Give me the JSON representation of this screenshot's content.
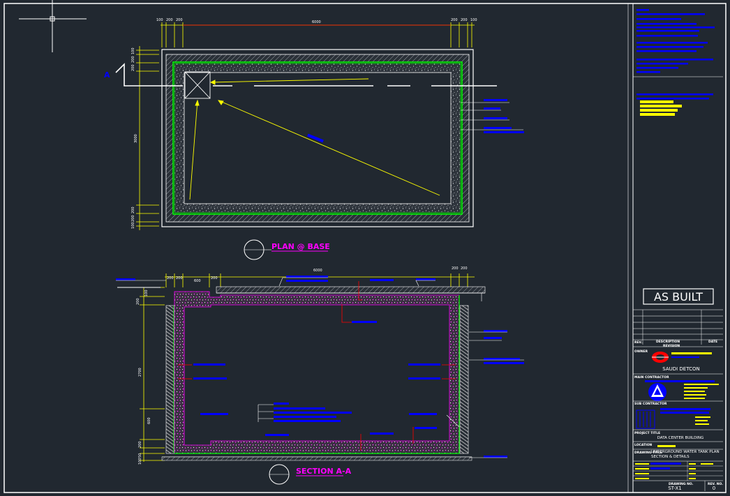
{
  "colors": {
    "background": "#212830",
    "dimension": "#ffff00",
    "wall": "#ffffff",
    "membrane": "#00ff00",
    "annotation": "#0000ff",
    "title": "#ff00ff",
    "rebar": "#ff0000",
    "hatch": "#ff00ff"
  },
  "plan": {
    "dim_top": {
      "left": [
        "100",
        "200",
        "200"
      ],
      "center": "6000",
      "right": [
        "200",
        "200",
        "100"
      ]
    },
    "dim_left": {
      "top": [
        "100",
        "200",
        "200"
      ],
      "center": "3000",
      "bottom": [
        "200",
        "200",
        "100"
      ]
    },
    "section_mark": "A",
    "title": "PLAN @ BASE"
  },
  "section": {
    "dim_top_center": "6000",
    "dim_top_left": [
      "200",
      "200"
    ],
    "dim_top_600": "600",
    "dim_top_200": "200",
    "dim_top_right": [
      "200",
      "200"
    ],
    "dim_left_top": [
      "200",
      "100"
    ],
    "dim_left_center": "2700",
    "dim_left_600": "600",
    "dim_left_bottom": [
      "200",
      "50",
      "100"
    ],
    "title": "SECTION A-A"
  },
  "title_block": {
    "as_built": "AS BUILT",
    "revision_header": {
      "no": "REV.",
      "description": "DESCRIPTION",
      "date": "DATE",
      "revision": "REVISION"
    },
    "client_label": "OWNER",
    "client_name": "SAUDI DETCON",
    "consultant_label": "MAIN CONTRACTOR",
    "subconsultant_label": "SUB CONTRACTOR",
    "project_label": "PROJECT TITLE",
    "project": "DATA CENTER BUILDING",
    "location_label": "LOCATION",
    "drawing_label": "DRAWING TITLE",
    "drawing_title": "UNDERGROUND WATER TANK PLAN SECTION & DETAILS",
    "drawing_no_label": "DRAWING NO.",
    "drawing_no": "ST-X1",
    "rev_label": "REV. NO.",
    "rev": "0"
  }
}
